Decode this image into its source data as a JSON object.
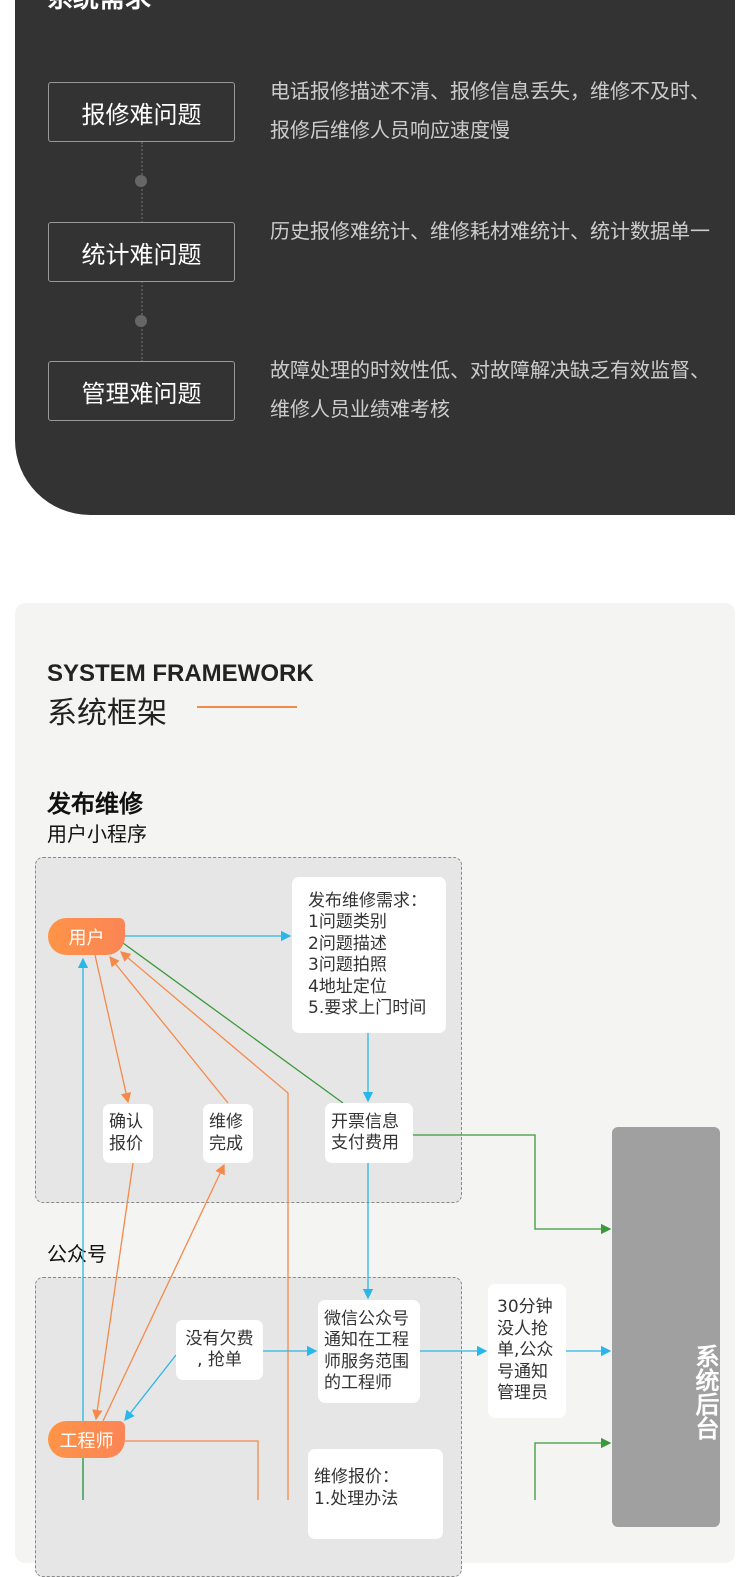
{
  "requirements": {
    "title": "系统需求",
    "items": [
      {
        "label": "报修难问题",
        "desc": "电话报修描述不清、报修信息丢失，维修不及时、报修后维修人员响应速度慢"
      },
      {
        "label": "统计难问题",
        "desc": "历史报修难统计、维修耗材难统计、统计数据单一"
      },
      {
        "label": "管理难问题",
        "desc": "故障处理的时效性低、对故障解决缺乏有效监督、维修人员业绩难考核"
      }
    ]
  },
  "framework": {
    "title_en": "SYSTEM FRAMEWORK",
    "title_cn": "系统框架",
    "section_title": "发布维修",
    "group1": "用户小程序",
    "group2": "公众号",
    "nodes": {
      "user": "用户",
      "publish": [
        "发布维修需求：",
        "1问题类别",
        "2问题描述",
        "3问题拍照",
        "4地址定位",
        "5.要求上门时间"
      ],
      "confirm": [
        "确认",
        "报价"
      ],
      "done": [
        "维修",
        "完成"
      ],
      "invoice": [
        "开票信息",
        "支付费用"
      ],
      "grab": [
        "没有欠费",
        ", 抢单"
      ],
      "wechat": [
        "微信公众号",
        "通知在工程",
        "师服务范围",
        "的工程师"
      ],
      "timeout": [
        "30分钟",
        "没人抢",
        "单,公众",
        "号通知",
        "管理员"
      ],
      "engineer": "工程师",
      "quote": [
        "维修报价：",
        "1.处理办法"
      ],
      "backend": "系统后台"
    },
    "colors": {
      "orange": "#f5894a",
      "blue": "#29b6e8",
      "green": "#3a9a3a",
      "backend": "#a0a0a0"
    }
  }
}
